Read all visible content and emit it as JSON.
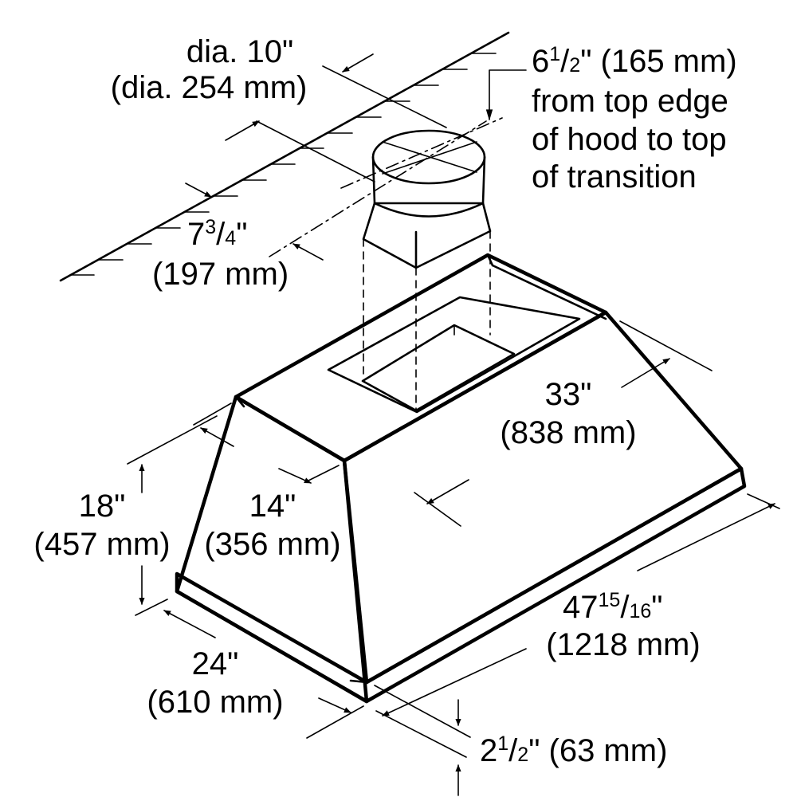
{
  "dimensions": {
    "duct_diameter": {
      "imperial": "dia. 10\"",
      "metric": "(dia. 254 mm)"
    },
    "transition_offset": {
      "line1_whole": "6",
      "line1_num": "1",
      "line1_slash": "/",
      "line1_den": "2",
      "line1_rest": "\" (165 mm)",
      "line2": "from top edge",
      "line3": "of hood to top",
      "line4": "of transition"
    },
    "wall_offset": {
      "whole": "7",
      "num": "3",
      "slash": "/",
      "den": "4",
      "rest": "\"",
      "metric": "(197 mm)"
    },
    "depth": {
      "imperial": "33\"",
      "metric": "(838 mm)"
    },
    "top_width": {
      "imperial": "14\"",
      "metric": "(356 mm)"
    },
    "height": {
      "imperial": "18\"",
      "metric": "(457 mm)"
    },
    "width": {
      "whole": "47",
      "num": "15",
      "slash": "/",
      "den": "16",
      "rest": "\"",
      "metric": "(1218 mm)"
    },
    "front_depth": {
      "imperial": "24\"",
      "metric": "(610 mm)"
    },
    "lip_height": {
      "whole": "2",
      "num": "1",
      "slash": "/",
      "den": "2",
      "rest": "\" (63 mm)"
    }
  }
}
